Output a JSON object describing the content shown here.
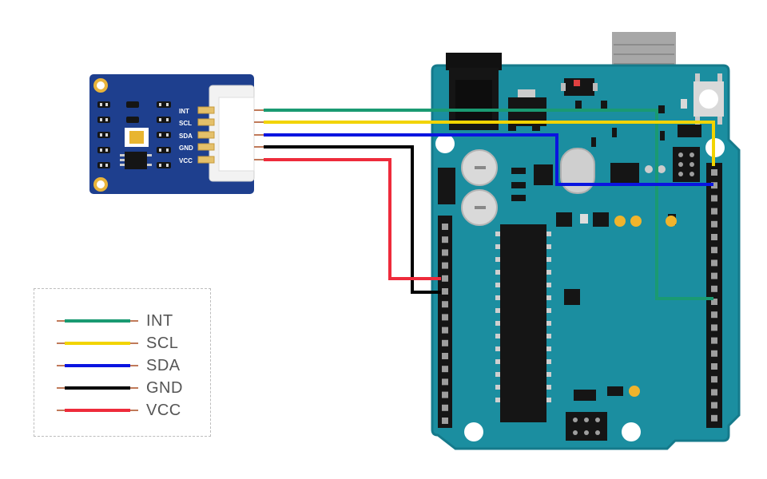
{
  "sensor_module": {
    "pins": [
      "INT",
      "SCL",
      "SDA",
      "GND",
      "VCC"
    ]
  },
  "legend": {
    "items": [
      {
        "label": "INT",
        "color": "#1a9a72"
      },
      {
        "label": "SCL",
        "color": "#f2d400"
      },
      {
        "label": "SDA",
        "color": "#0a14e0"
      },
      {
        "label": "GND",
        "color": "#000000"
      },
      {
        "label": "VCC",
        "color": "#ee2b3b"
      }
    ]
  },
  "colors": {
    "board": "#1b8ea0",
    "board_edge": "#157a8b",
    "sensor_pcb": "#1e3f8e",
    "header": "#151515"
  }
}
